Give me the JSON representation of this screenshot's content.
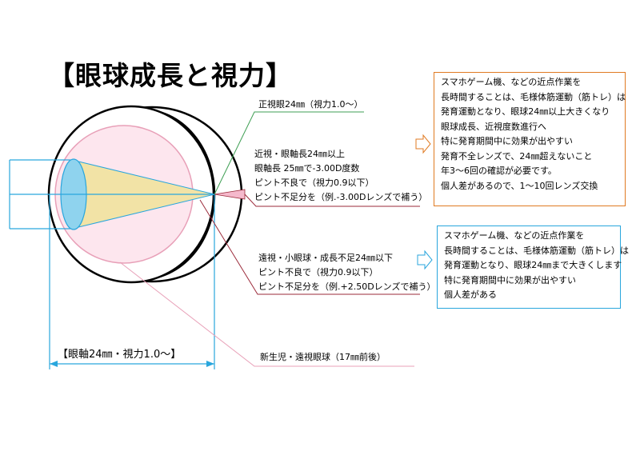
{
  "title": "【眼球成長と視力】",
  "labels": {
    "normal": "正視眼24㎜（視力1.0～）",
    "myopia": [
      "近視・眼軸長24㎜以上",
      "眼軸長 25㎜で-3.00D度数",
      "ピント不良で（視力0.9以下）",
      "ピント不足分を（例.-3.00Dレンズで補う）"
    ],
    "hyperopia": [
      "遠視・小眼球・成長不足24㎜以下",
      "ピント不良で（視力0.9以下）",
      "ピント不足分を（例.+2.50Dレンズで補う）"
    ],
    "newborn": "新生児・遠視眼球（17㎜前後）"
  },
  "axis_label": "【眼軸24㎜・視力1.0～】",
  "box_myopia": [
    "スマホゲーム機、などの近点作業を",
    "長時間することは、毛様体筋運動（筋トレ）は",
    "発育運動となり、眼球24㎜以上大きくなり",
    "眼球成長、近視度数進行へ",
    "特に発育期間中に効果が出やすい",
    "発育不全レンズで、24㎜超えないこと",
    "年3～6回の確認が必要です。",
    "個人差があるので、1～10回レンズ交換"
  ],
  "box_hyperopia": [
    "スマホゲーム機、などの近点作業を",
    "長時間することは、毛様体筋運動（筋トレ）は",
    "発育運動となり、眼球24㎜まで大きくします",
    "特に発育期間中に効果が出やすい",
    "個人差がある"
  ],
  "colors": {
    "green_line": "#3f9f54",
    "pink_line": "#e8a0b8",
    "dark_red_line": "#9b2a3a",
    "blue_line": "#29a6dd",
    "orange_border": "#e07a22",
    "lens_fill": "#8fd3ee",
    "cone_fill": "#f2e3a6",
    "newborn_eye_fill": "#fde6ee"
  },
  "icons": {
    "arrow_myopia": "outline-right-arrow-icon",
    "arrow_hyperopia": "outline-right-arrow-icon"
  }
}
